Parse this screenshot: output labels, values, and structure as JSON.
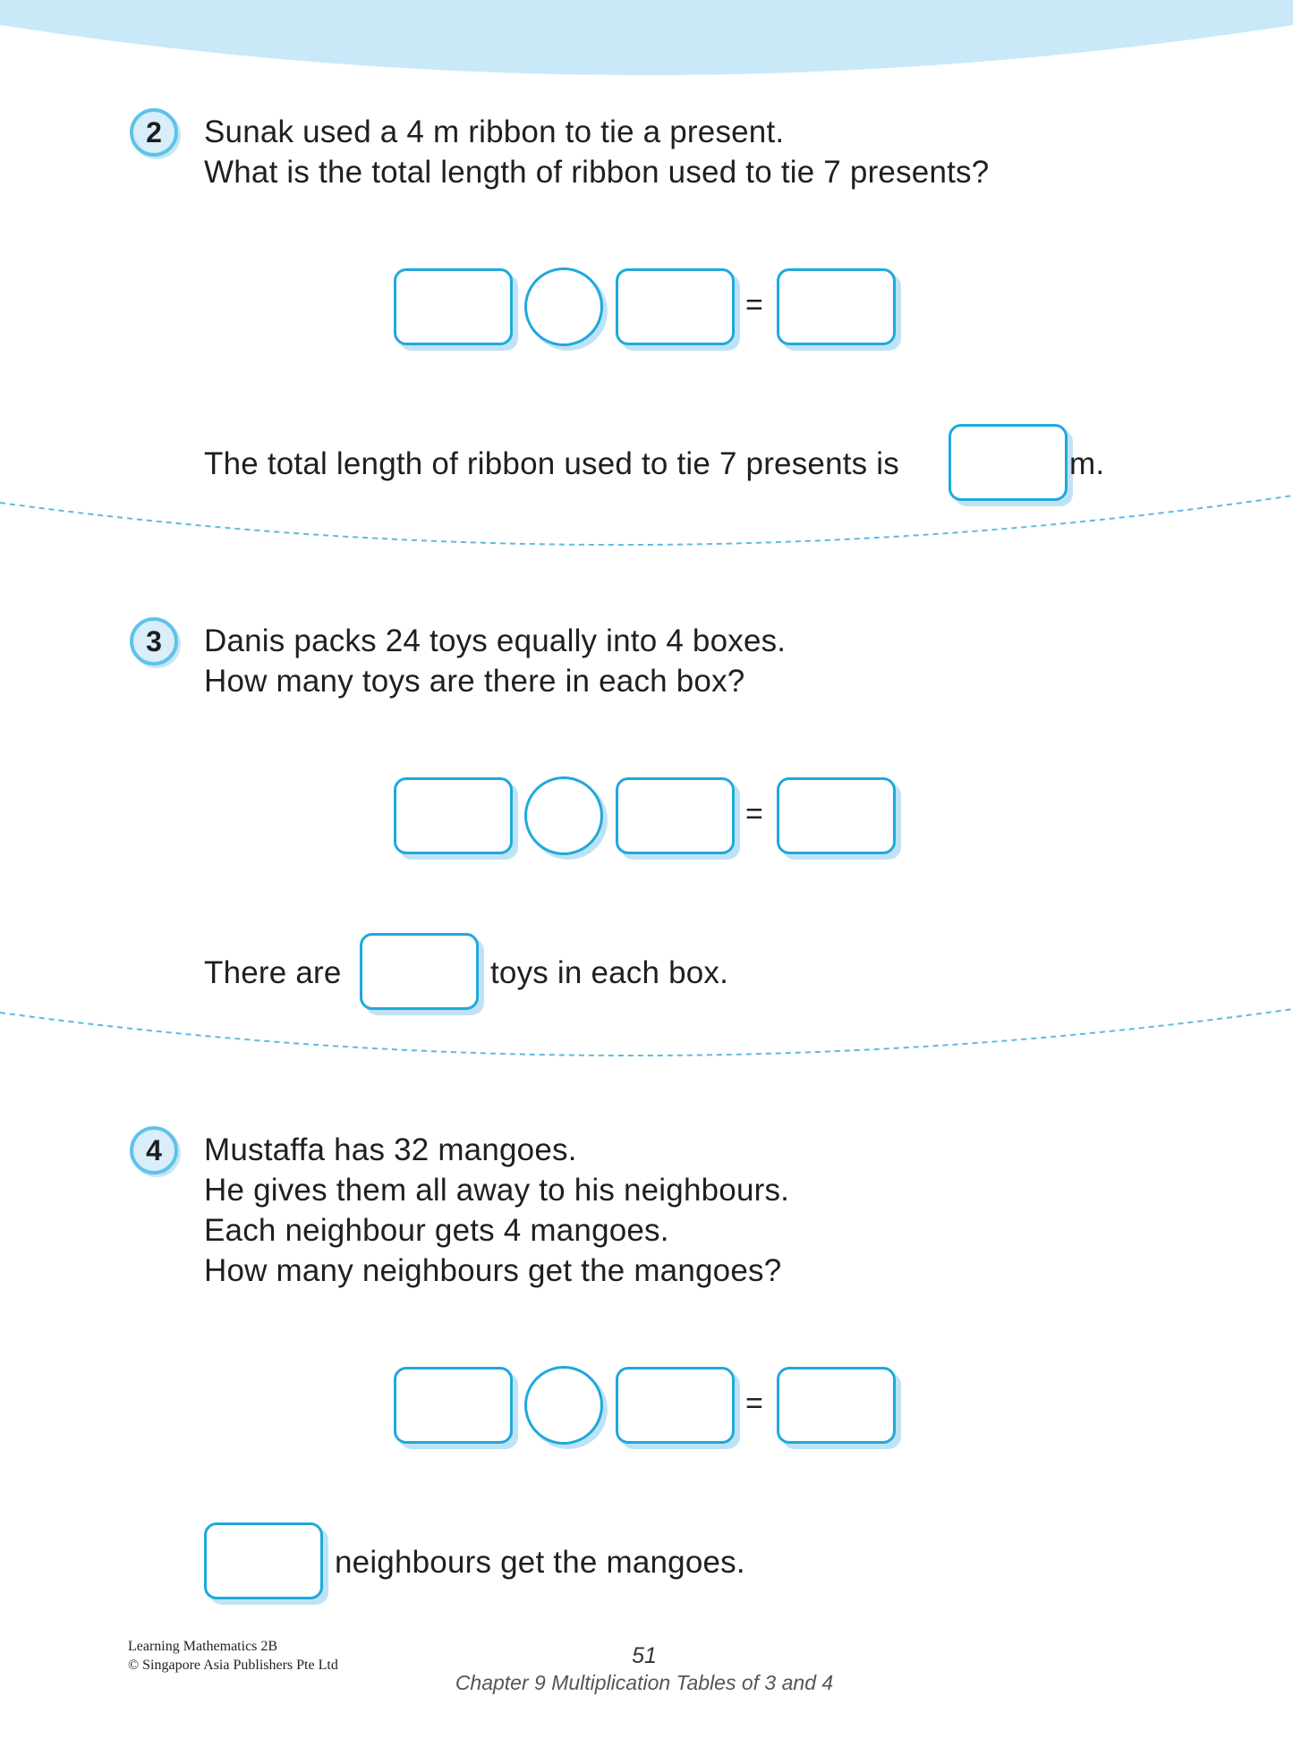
{
  "questions": [
    {
      "number": "2",
      "lines": [
        "Sunak used a 4 m ribbon to tie a present.",
        "What is the total length of ribbon used to tie 7 presents?"
      ],
      "equals": "=",
      "answer_before": "The total length of ribbon used to tie 7 presents is",
      "answer_after": "m."
    },
    {
      "number": "3",
      "lines": [
        "Danis packs 24 toys equally into 4 boxes.",
        "How many toys are there in each box?"
      ],
      "equals": "=",
      "answer_before": "There are",
      "answer_after": "toys in each box."
    },
    {
      "number": "4",
      "lines": [
        "Mustaffa has 32 mangoes.",
        "He gives them all away to his neighbours.",
        "Each neighbour gets 4 mangoes.",
        "How many neighbours get the mangoes?"
      ],
      "equals": "=",
      "answer_after": "neighbours get the mangoes."
    }
  ],
  "footer": {
    "book": "Learning Mathematics 2B",
    "copyright": "© Singapore Asia Publishers Pte Ltd",
    "page_number": "51",
    "chapter": "Chapter 9  Multiplication Tables of 3 and 4"
  },
  "colors": {
    "accent": "#1ea9dc",
    "header_band": "#c9e9f8",
    "divider": "#5fb9df"
  }
}
